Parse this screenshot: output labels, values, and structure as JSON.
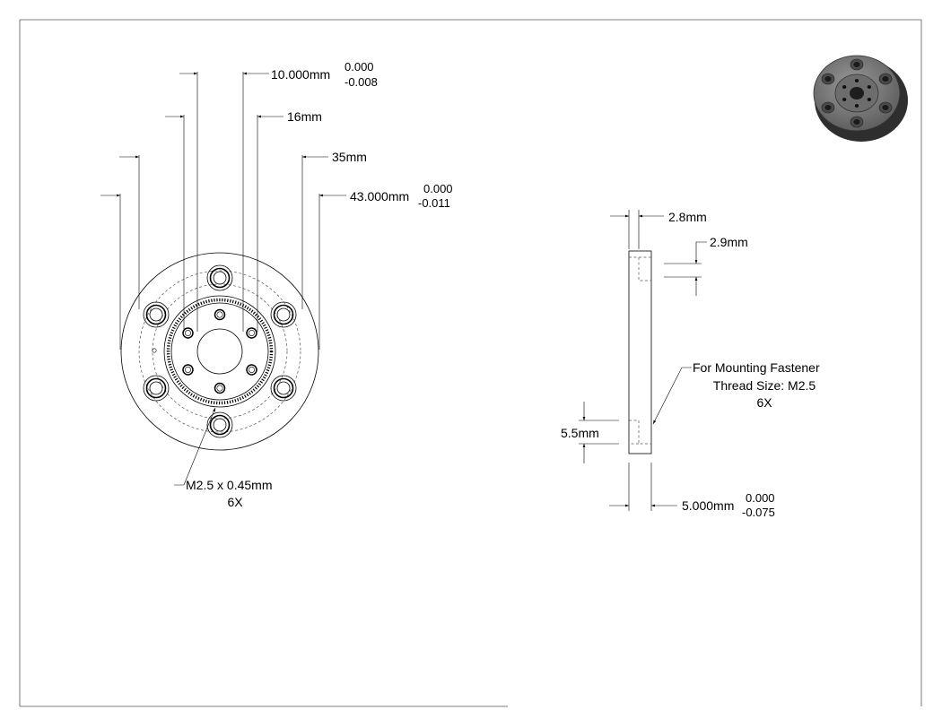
{
  "dimensions": {
    "bore": {
      "value": "10.000mm",
      "upper_tol": "0.000",
      "lower_tol": "-0.008"
    },
    "hole_pattern_inner": "16mm",
    "hole_pattern_outer": "35mm",
    "outer_diameter": {
      "value": "43.000mm",
      "upper_tol": "0.000",
      "lower_tol": "-0.011"
    },
    "counterbore_depth": "2.8mm",
    "step_height": "2.9mm",
    "pocket_height": "5.5mm",
    "thickness": {
      "value": "5.000mm",
      "upper_tol": "0.000",
      "lower_tol": "-0.075"
    }
  },
  "notes": {
    "tapped_holes": {
      "line1": "M2.5 x 0.45mm",
      "line2": "6X"
    },
    "mounting": {
      "line1": "For Mounting Fastener",
      "line2": "Thread Size: M2.5",
      "line3": "6X"
    }
  },
  "colors": {
    "line": "#000000",
    "hidden": "#555555",
    "iso_dark": "#3a3a3a"
  }
}
